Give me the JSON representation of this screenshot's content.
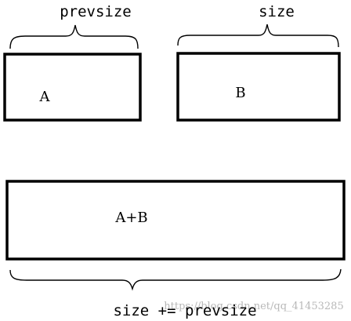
{
  "labels": {
    "top_left_brace": "prevsize",
    "top_right_brace": "size",
    "box_a": "A",
    "box_b": "B",
    "box_ab": "A+B",
    "bottom_formula": "size += prevsize",
    "watermark": "https://blog.csdn.net/qq_41453285"
  },
  "colors": {
    "stroke": "#000000",
    "watermark": "#b8b8b8"
  }
}
